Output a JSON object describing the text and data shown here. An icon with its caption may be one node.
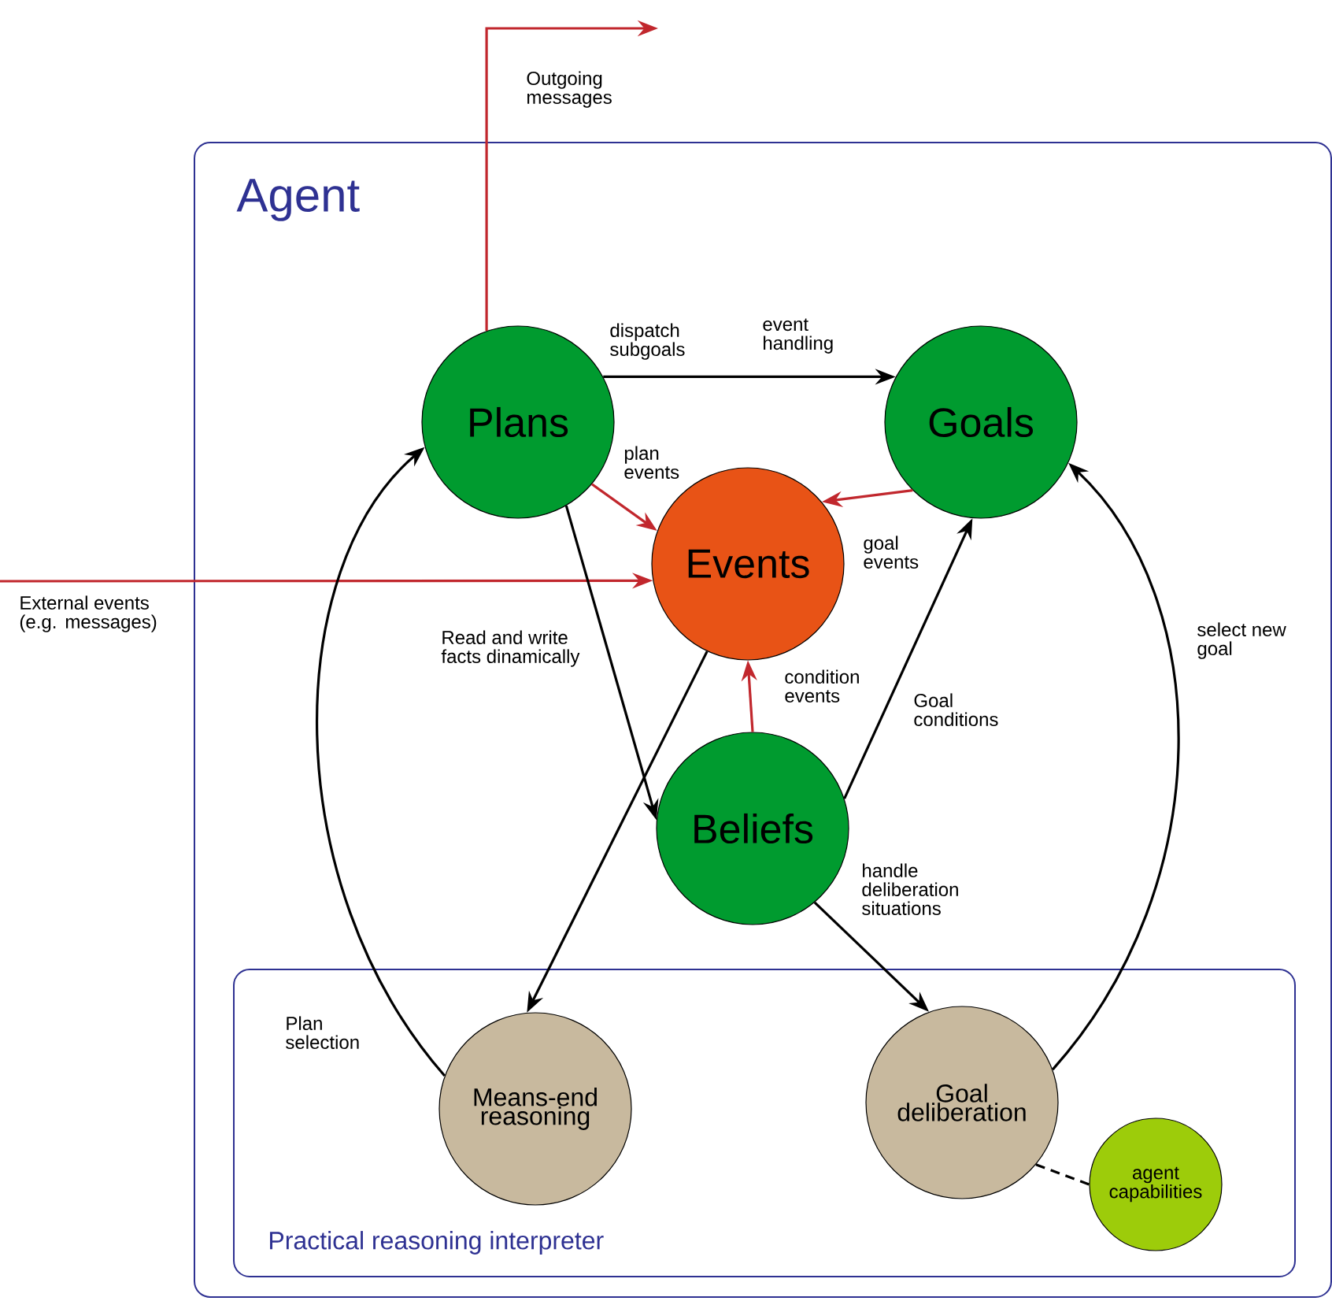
{
  "diagram": {
    "nodes": [
      {
        "text": [
          "Agent"
        ]
      },
      {
        "text": [
          "Plans"
        ],
        "in": 0
      },
      {
        "text": [
          "Goals"
        ],
        "in": 0
      },
      {
        "text": [
          "Events"
        ],
        "in": 0
      },
      {
        "text": [
          "Beliefs"
        ],
        "in": 0
      },
      {
        "text": [
          "Practical reasoning interpreter"
        ],
        "in": 0
      },
      {
        "text": [
          "Means-end reasoning"
        ],
        "in": 5
      },
      {
        "text": [
          "Goal deliberation"
        ],
        "in": 5
      },
      {
        "text": [
          "agent capabilities"
        ],
        "in": 5
      }
    ],
    "edges": [
      {
        "from": 1,
        "to": null,
        "arrow": "to",
        "label": "Outgoing messages",
        "color": "#c1272d"
      },
      {
        "from": null,
        "to": 3,
        "arrow": "to",
        "label": "External events (e.g. messages)",
        "color": "#c1272d"
      },
      {
        "from": 1,
        "to": 2,
        "arrow": "to",
        "label": "dispatch subgoals"
      },
      {
        "from": 1,
        "to": 3,
        "arrow": "to",
        "label": "plan events",
        "color": "#c1272d"
      },
      {
        "from": 2,
        "to": 3,
        "arrow": "to",
        "label": "goal events",
        "color": "#c1272d"
      },
      {
        "from": 1,
        "to": 4,
        "arrow": "to",
        "label": "Read and write facts dinamically"
      },
      {
        "from": 3,
        "to": 6,
        "arrow": "to"
      },
      {
        "from": 4,
        "to": 3,
        "arrow": "to",
        "label": "condition events",
        "color": "#c1272d"
      },
      {
        "from": 4,
        "to": 2,
        "arrow": "to",
        "label": "Goal conditions"
      },
      {
        "from": 4,
        "to": 7,
        "arrow": "to",
        "label": "handle deliberation situations"
      },
      {
        "from": 6,
        "to": 1,
        "arrow": "to",
        "label": "Plan selection"
      },
      {
        "from": 7,
        "to": 2,
        "arrow": "to",
        "label": "select new goal"
      },
      {
        "from": 7,
        "to": 8,
        "arrow": "none",
        "style": "dashed"
      }
    ],
    "labels": [
      "event handling"
    ]
  }
}
